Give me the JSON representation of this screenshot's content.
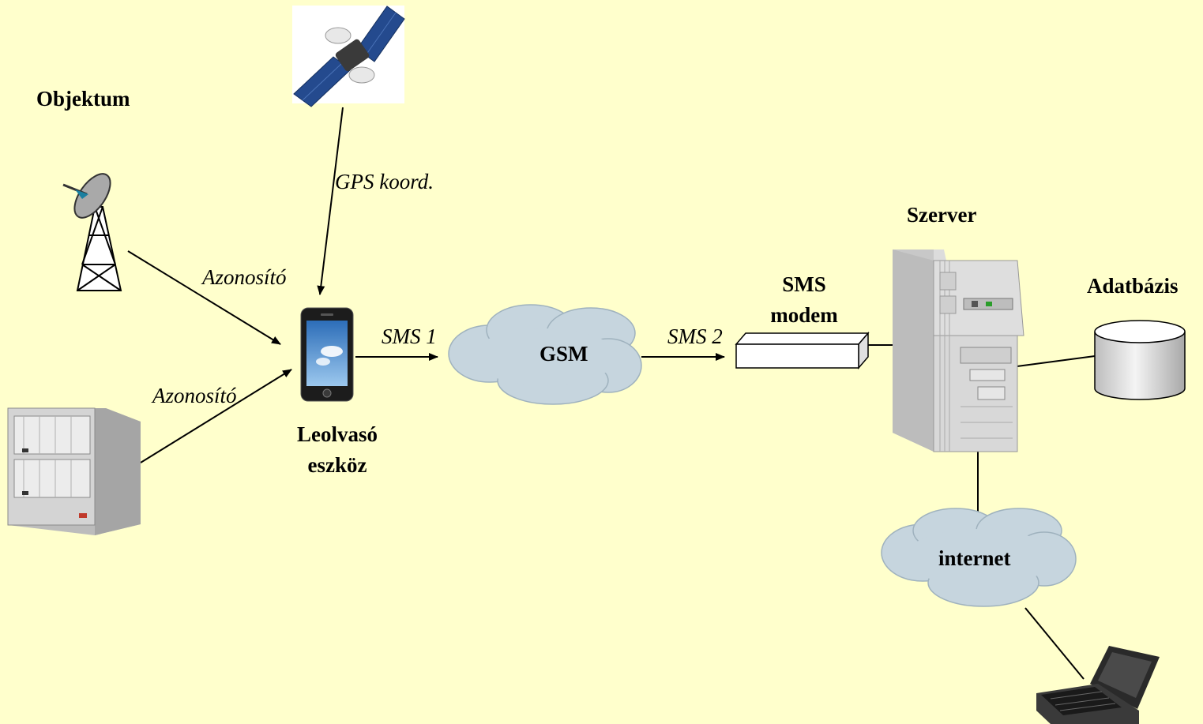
{
  "labels": {
    "objektum": "Objektum",
    "szerver": "Szerver",
    "sms_modem_line1": "SMS",
    "sms_modem_line2": "modem",
    "adatbazis": "Adatbázis",
    "gsm": "GSM",
    "internet": "internet",
    "leolvaso_line1": "Leolvasó",
    "leolvaso_line2": "eszköz"
  },
  "edges": {
    "gps": "GPS koord.",
    "azon_top": "Azonosító",
    "azon_bottom": "Azonosító",
    "sms1": "SMS 1",
    "sms2": "SMS 2"
  },
  "colors": {
    "background": "#FFFFCC",
    "cloud": "#C6D5DE",
    "cloud_stroke": "#9FB2BE",
    "equipment": "#C9C9C9"
  }
}
